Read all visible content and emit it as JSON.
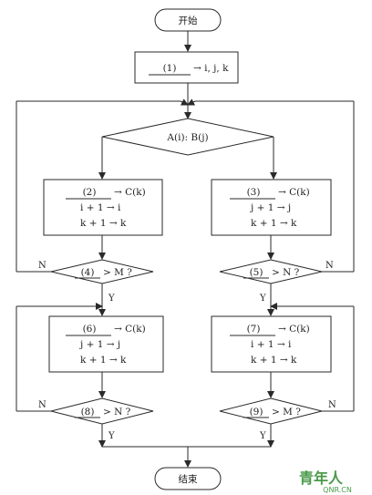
{
  "flowchart": {
    "start": "开始",
    "end": "结束",
    "init": {
      "blank": "(1)",
      "assign": "→ i, j, k"
    },
    "compare": "A(i): B(j)",
    "left_box1": {
      "blank": "(2)",
      "line1_rhs": "→ C(k)",
      "line2": "i + 1 → i",
      "line3": "k + 1 → k"
    },
    "right_box1": {
      "blank": "(3)",
      "line1_rhs": "→ C(k)",
      "line2": "j + 1 → j",
      "line3": "k + 1 → k"
    },
    "left_dec1": {
      "blank": "(4)",
      "cond": "> M ?"
    },
    "right_dec1": {
      "blank": "(5)",
      "cond": "> N ?"
    },
    "left_box2": {
      "blank": "(6)",
      "line1_rhs": "→ C(k)",
      "line2": "j + 1 → j",
      "line3": "k + 1 → k"
    },
    "right_box2": {
      "blank": "(7)",
      "line1_rhs": "→ C(k)",
      "line2": "i + 1 → i",
      "line3": "k + 1 → k"
    },
    "left_dec2": {
      "blank": "(8)",
      "cond": "> N ?"
    },
    "right_dec2": {
      "blank": "(9)",
      "cond": "> M ?"
    },
    "labels": {
      "yes": "Y",
      "no": "N"
    }
  },
  "watermark": {
    "name": "青年人",
    "url": "QNR.CN"
  }
}
